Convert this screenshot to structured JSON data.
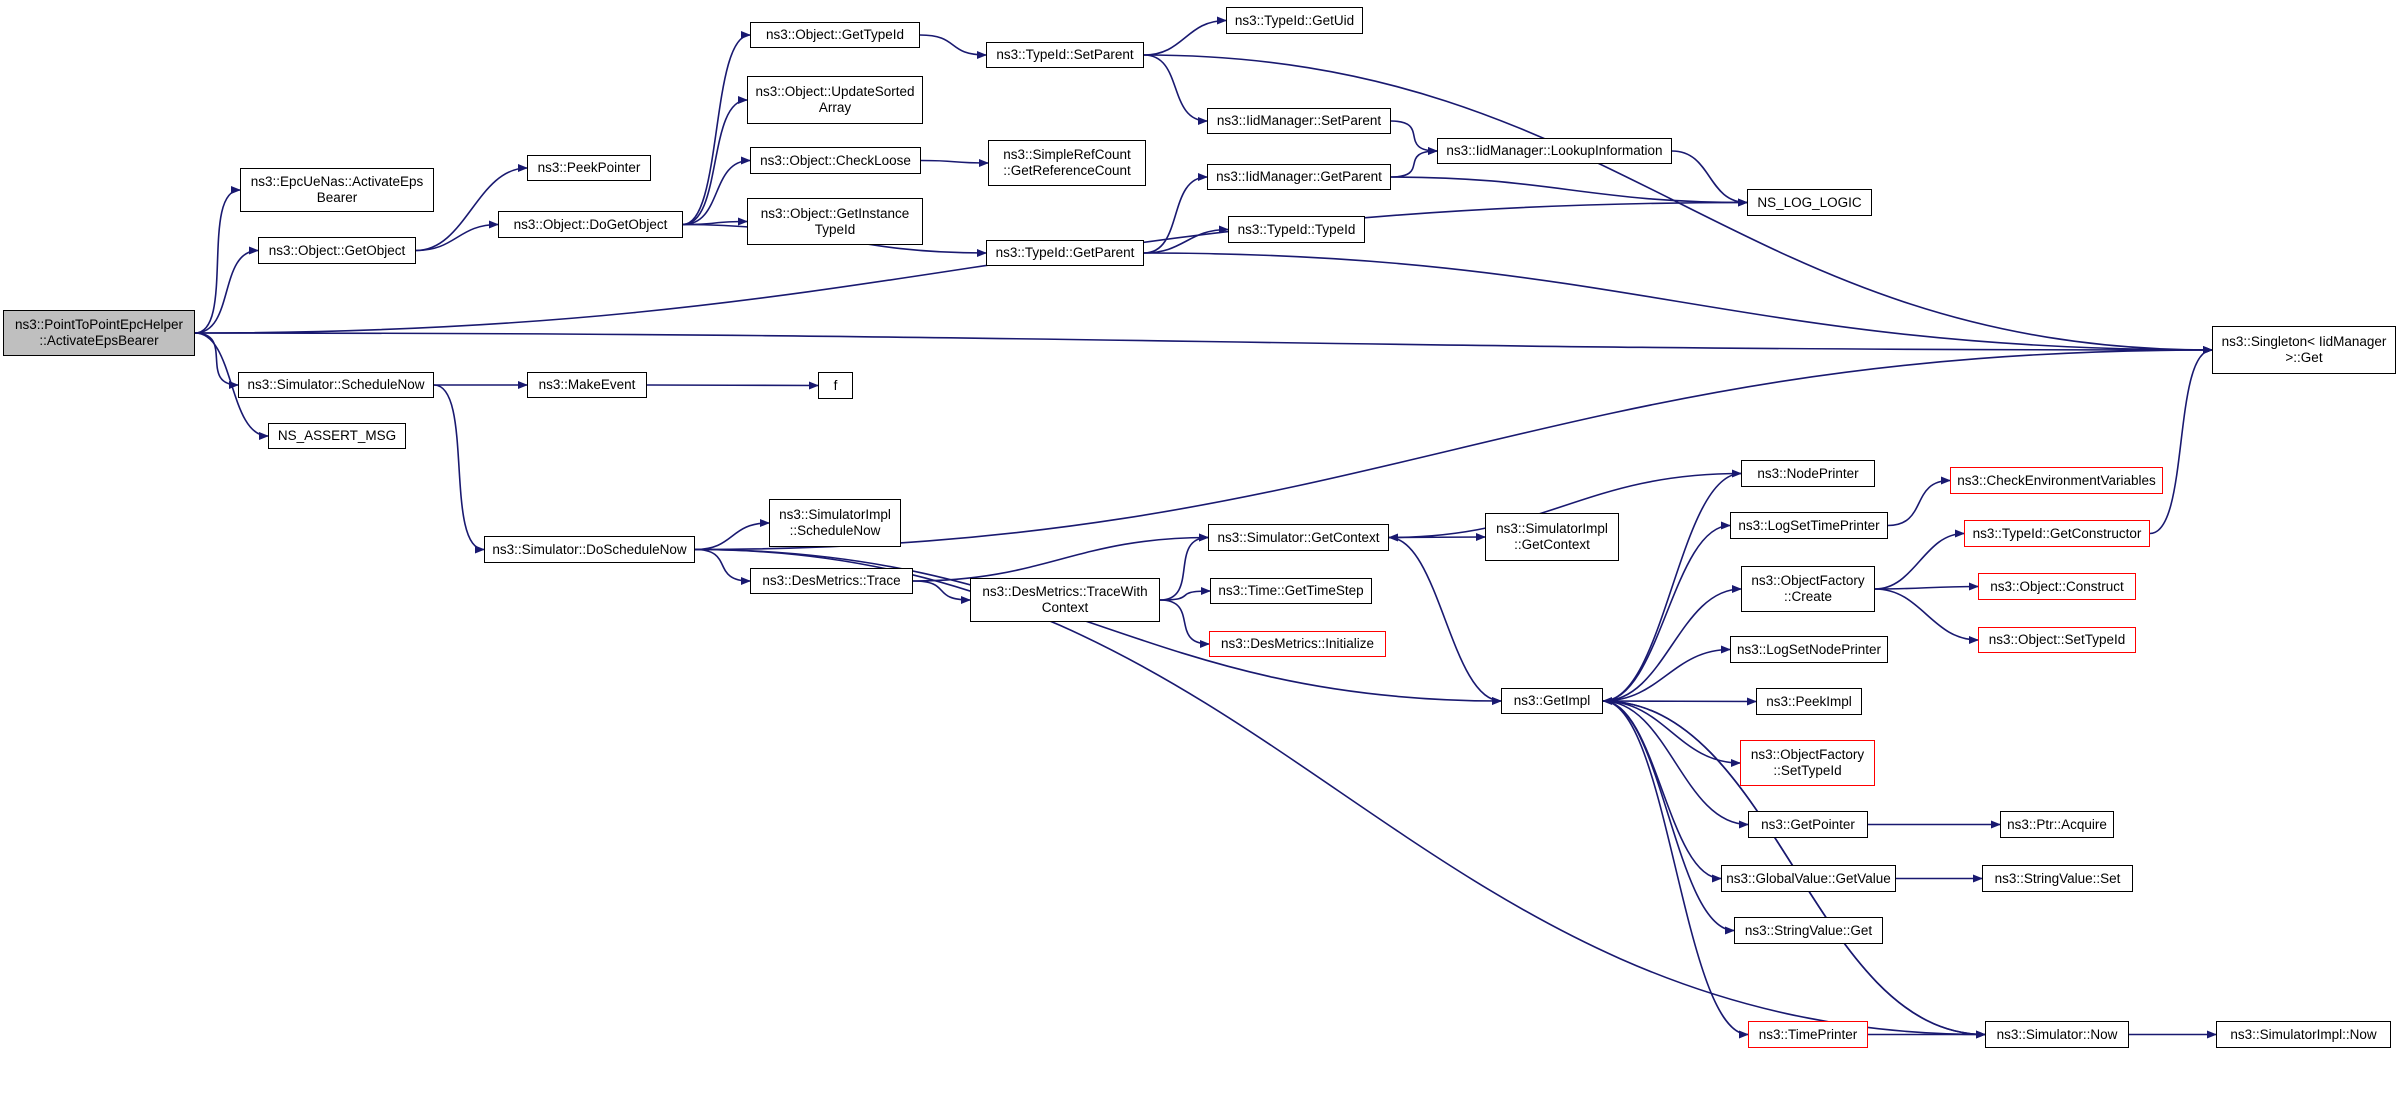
{
  "colors": {
    "edge": "#191970",
    "node_border": "#000000",
    "incomplete_border": "#ff0000",
    "root_fill": "#bfbfbf"
  },
  "nodes": [
    {
      "id": "root",
      "label": "ns3::PointToPointEpcHelper\n::ActivateEpsBearer",
      "style": "root"
    },
    {
      "id": "epcuenas",
      "label": "ns3::EpcUeNas::ActivateEps\nBearer"
    },
    {
      "id": "getobject",
      "label": "ns3::Object::GetObject"
    },
    {
      "id": "schedulenow",
      "label": "ns3::Simulator::ScheduleNow"
    },
    {
      "id": "nsassert",
      "label": "NS_ASSERT_MSG"
    },
    {
      "id": "peekpointer",
      "label": "ns3::PeekPointer"
    },
    {
      "id": "dogetobject",
      "label": "ns3::Object::DoGetObject"
    },
    {
      "id": "makeevent",
      "label": "ns3::MakeEvent"
    },
    {
      "id": "f",
      "label": "f"
    },
    {
      "id": "doschedulenow",
      "label": "ns3::Simulator::DoScheduleNow"
    },
    {
      "id": "objgettypeid",
      "label": "ns3::Object::GetTypeId"
    },
    {
      "id": "updatesorted",
      "label": "ns3::Object::UpdateSorted\nArray"
    },
    {
      "id": "checkloose",
      "label": "ns3::Object::CheckLoose"
    },
    {
      "id": "getinstancetypeid",
      "label": "ns3::Object::GetInstance\nTypeId"
    },
    {
      "id": "simimplschedulenow",
      "label": "ns3::SimulatorImpl\n::ScheduleNow"
    },
    {
      "id": "desmetricstrace",
      "label": "ns3::DesMetrics::Trace"
    },
    {
      "id": "typeidsetparent",
      "label": "ns3::TypeId::SetParent"
    },
    {
      "id": "simplerefcount",
      "label": "ns3::SimpleRefCount\n::GetReferenceCount"
    },
    {
      "id": "typeidgetparent",
      "label": "ns3::TypeId::GetParent"
    },
    {
      "id": "tracewithcontext",
      "label": "ns3::DesMetrics::TraceWith\nContext"
    },
    {
      "id": "getcontext",
      "label": "ns3::Simulator::GetContext"
    },
    {
      "id": "gettimestep",
      "label": "ns3::Time::GetTimeStep"
    },
    {
      "id": "desinitialize",
      "label": "ns3::DesMetrics::Initialize",
      "style": "red"
    },
    {
      "id": "getuid",
      "label": "ns3::TypeId::GetUid"
    },
    {
      "id": "iidsetparent",
      "label": "ns3::IidManager::SetParent"
    },
    {
      "id": "iidgetparent",
      "label": "ns3::IidManager::GetParent"
    },
    {
      "id": "typeidtypeid",
      "label": "ns3::TypeId::TypeId"
    },
    {
      "id": "simimplgetcontext",
      "label": "ns3::SimulatorImpl\n::GetContext"
    },
    {
      "id": "lookupinfo",
      "label": "ns3::IidManager::LookupInformation"
    },
    {
      "id": "getimpl",
      "label": "ns3::GetImpl"
    },
    {
      "id": "nslog",
      "label": "NS_LOG_LOGIC"
    },
    {
      "id": "nodeprinter",
      "label": "ns3::NodePrinter"
    },
    {
      "id": "logsettimeprinter",
      "label": "ns3::LogSetTimePrinter"
    },
    {
      "id": "objfactorycreate",
      "label": "ns3::ObjectFactory\n::Create"
    },
    {
      "id": "logsetnodeprinter",
      "label": "ns3::LogSetNodePrinter"
    },
    {
      "id": "peekimpl",
      "label": "ns3::PeekImpl"
    },
    {
      "id": "objfactorysettypeid",
      "label": "ns3::ObjectFactory\n::SetTypeId",
      "style": "red"
    },
    {
      "id": "getpointer",
      "label": "ns3::GetPointer"
    },
    {
      "id": "globalvalueget",
      "label": "ns3::GlobalValue::GetValue"
    },
    {
      "id": "stringvalueget",
      "label": "ns3::StringValue::Get"
    },
    {
      "id": "timeprinter",
      "label": "ns3::TimePrinter",
      "style": "red"
    },
    {
      "id": "checkenv",
      "label": "ns3::CheckEnvironmentVariables",
      "style": "red"
    },
    {
      "id": "getconstructor",
      "label": "ns3::TypeId::GetConstructor",
      "style": "red"
    },
    {
      "id": "objconstruct",
      "label": "ns3::Object::Construct",
      "style": "red"
    },
    {
      "id": "objsettypeid",
      "label": "ns3::Object::SetTypeId",
      "style": "red"
    },
    {
      "id": "ptracquire",
      "label": "ns3::Ptr::Acquire"
    },
    {
      "id": "stringvalueset",
      "label": "ns3::StringValue::Set"
    },
    {
      "id": "simnow",
      "label": "ns3::Simulator::Now"
    },
    {
      "id": "singletonget",
      "label": "ns3::Singleton< IidManager\n >::Get"
    },
    {
      "id": "simimplnow",
      "label": "ns3::SimulatorImpl::Now"
    }
  ],
  "edges": [
    [
      "root",
      "epcuenas"
    ],
    [
      "root",
      "getobject"
    ],
    [
      "root",
      "schedulenow"
    ],
    [
      "root",
      "nsassert"
    ],
    [
      "root",
      "nslog"
    ],
    [
      "root",
      "singletonget"
    ],
    [
      "getobject",
      "peekpointer"
    ],
    [
      "getobject",
      "dogetobject"
    ],
    [
      "dogetobject",
      "objgettypeid"
    ],
    [
      "dogetobject",
      "updatesorted"
    ],
    [
      "dogetobject",
      "checkloose"
    ],
    [
      "dogetobject",
      "getinstancetypeid"
    ],
    [
      "dogetobject",
      "typeidgetparent"
    ],
    [
      "objgettypeid",
      "typeidsetparent"
    ],
    [
      "typeidsetparent",
      "getuid"
    ],
    [
      "typeidsetparent",
      "iidsetparent"
    ],
    [
      "typeidsetparent",
      "singletonget"
    ],
    [
      "iidsetparent",
      "lookupinfo"
    ],
    [
      "iidgetparent",
      "lookupinfo"
    ],
    [
      "iidgetparent",
      "nslog"
    ],
    [
      "lookupinfo",
      "nslog"
    ],
    [
      "typeidgetparent",
      "iidgetparent"
    ],
    [
      "typeidgetparent",
      "typeidtypeid"
    ],
    [
      "typeidgetparent",
      "singletonget"
    ],
    [
      "checkloose",
      "simplerefcount"
    ],
    [
      "schedulenow",
      "makeevent"
    ],
    [
      "schedulenow",
      "doschedulenow"
    ],
    [
      "makeevent",
      "f"
    ],
    [
      "doschedulenow",
      "singletonget"
    ],
    [
      "doschedulenow",
      "simimplschedulenow"
    ],
    [
      "doschedulenow",
      "desmetricstrace"
    ],
    [
      "doschedulenow",
      "getimpl"
    ],
    [
      "doschedulenow",
      "simnow"
    ],
    [
      "desmetricstrace",
      "getcontext"
    ],
    [
      "desmetricstrace",
      "tracewithcontext"
    ],
    [
      "tracewithcontext",
      "getcontext"
    ],
    [
      "tracewithcontext",
      "gettimestep"
    ],
    [
      "tracewithcontext",
      "desinitialize"
    ],
    [
      "getcontext",
      "simimplgetcontext"
    ],
    [
      "getcontext",
      "getimpl"
    ],
    [
      "getimpl",
      "nodeprinter"
    ],
    [
      "getimpl",
      "logsettimeprinter"
    ],
    [
      "getimpl",
      "objfactorycreate"
    ],
    [
      "getimpl",
      "logsetnodeprinter"
    ],
    [
      "getimpl",
      "peekimpl"
    ],
    [
      "getimpl",
      "objfactorysettypeid"
    ],
    [
      "getimpl",
      "getpointer"
    ],
    [
      "getimpl",
      "globalvalueget"
    ],
    [
      "getimpl",
      "stringvalueget"
    ],
    [
      "getimpl",
      "timeprinter"
    ],
    [
      "getimpl",
      "simnow"
    ],
    [
      "nodeprinter",
      "getcontext"
    ],
    [
      "simnow",
      "getimpl"
    ],
    [
      "logsettimeprinter",
      "checkenv"
    ],
    [
      "objfactorycreate",
      "getconstructor"
    ],
    [
      "objfactorycreate",
      "objconstruct"
    ],
    [
      "objfactorycreate",
      "objsettypeid"
    ],
    [
      "getconstructor",
      "singletonget"
    ],
    [
      "getpointer",
      "ptracquire"
    ],
    [
      "globalvalueget",
      "stringvalueset"
    ],
    [
      "timeprinter",
      "simnow"
    ],
    [
      "simnow",
      "simimplnow"
    ]
  ]
}
